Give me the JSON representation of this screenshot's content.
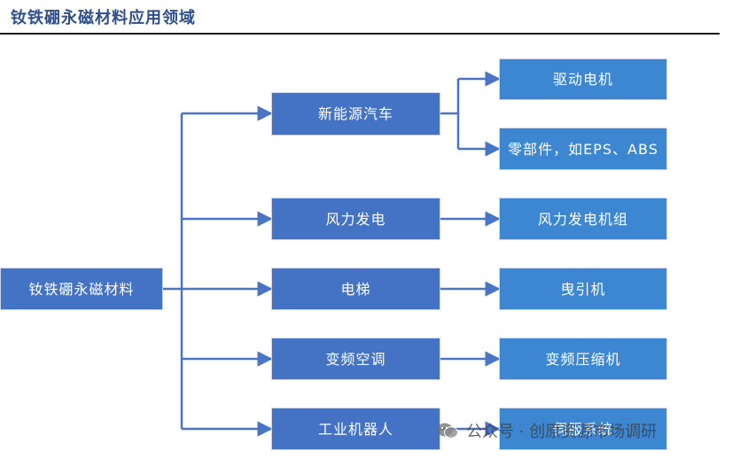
{
  "title": "钕铁硼永磁材料应用领域",
  "root": "钕铁硼永磁材料",
  "categories": [
    "新能源汽车",
    "风力发电",
    "电梯",
    "变频空调",
    "工业机器人"
  ],
  "applications": {
    "new_energy_vehicle": [
      "驱动电机",
      "零部件，如EPS、ABS"
    ],
    "wind_power": "风力发电机组",
    "elevator": "曳引机",
    "inverter_ac": "变频压缩机",
    "industrial_robot": "伺服系统"
  },
  "watermark": "公众号 · 创原资源市场调研",
  "colors": {
    "node_fill": "#4472c4",
    "leaf_fill": "#3d86d2",
    "connector": "#4a74c4",
    "title": "#2f4f8a"
  }
}
